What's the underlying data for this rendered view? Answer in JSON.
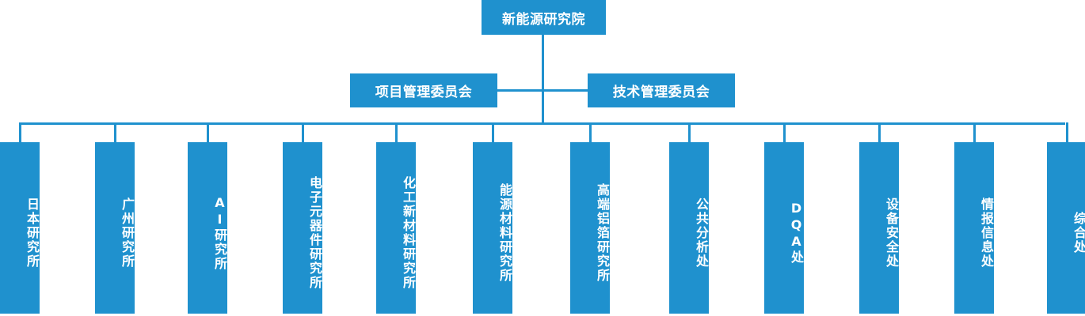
{
  "org_chart": {
    "type": "organization-chart",
    "colors": {
      "node_fill": "#1f91ce",
      "node_text": "#ffffff",
      "connector": "#1f91ce",
      "background": "#ffffff"
    },
    "root": {
      "label": "新能源研究院"
    },
    "committees": [
      {
        "label": "项目管理委员会"
      },
      {
        "label": "技术管理委员会"
      }
    ],
    "departments": [
      {
        "label": "日本研究所"
      },
      {
        "label": "广州研究所"
      },
      {
        "label": "AI研究所"
      },
      {
        "label": "电子元器件研究所"
      },
      {
        "label": "化工新材料研究所"
      },
      {
        "label": "能源材料研究所"
      },
      {
        "label": "高端铝箔研究所"
      },
      {
        "label": "公共分析处"
      },
      {
        "label": "DQA处"
      },
      {
        "label": "设备安全处"
      },
      {
        "label": "情报信息处"
      },
      {
        "label": "综合处"
      }
    ]
  }
}
